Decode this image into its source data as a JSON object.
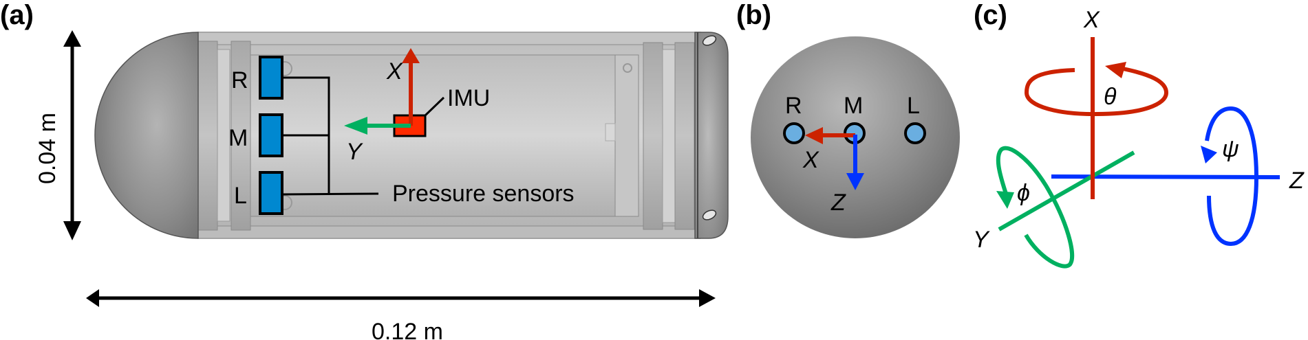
{
  "panels": {
    "a": {
      "label": "(a)",
      "height_dimension": "0.04 m",
      "length_dimension": "0.12 m",
      "sensors": [
        "R",
        "M",
        "L"
      ],
      "sensor_caption": "Pressure sensors",
      "imu_caption": "IMU",
      "axes": {
        "x": "X",
        "y": "Y"
      }
    },
    "b": {
      "label": "(b)",
      "sensors": [
        "R",
        "M",
        "L"
      ],
      "axes": {
        "x": "X",
        "z": "Z"
      }
    },
    "c": {
      "label": "(c)",
      "axes": {
        "x": "X",
        "y": "Y",
        "z": "Z"
      },
      "rotations": {
        "theta": "θ",
        "phi": "ϕ",
        "psi": "ψ"
      }
    }
  },
  "colors": {
    "x_axis": "#cc2200",
    "y_axis": "#00b060",
    "z_axis": "#0033ff",
    "sensor": "#0088d0",
    "sensor_dot": "#6aaee0",
    "imu": "#ff2a00",
    "body": "#c8c8c8",
    "dome": "#8c8c8c"
  }
}
